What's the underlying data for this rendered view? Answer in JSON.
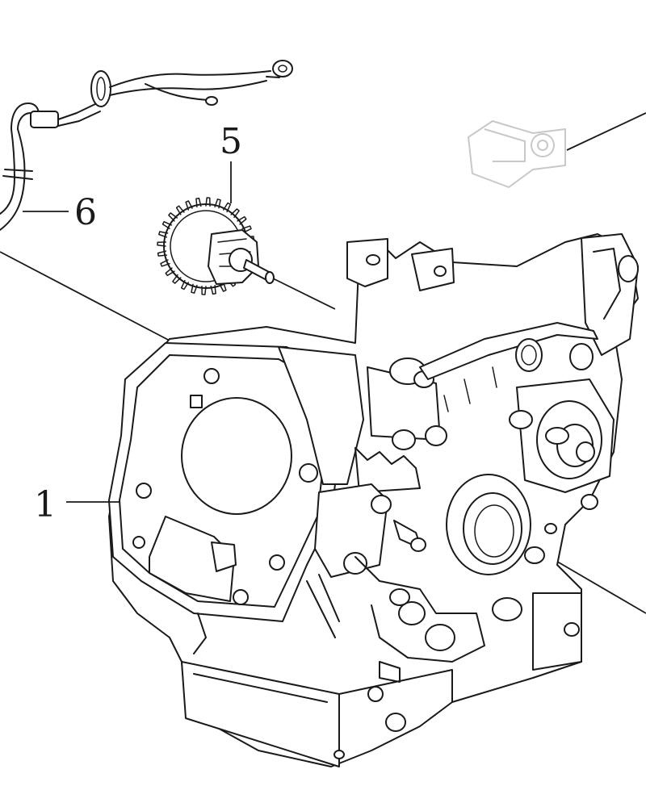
{
  "callouts": {
    "part_1": "1",
    "part_5": "5",
    "part_6": "6"
  },
  "icons": {
    "watermark": "faint-gear-bracket-watermark"
  },
  "colors": {
    "line": "#1a1a1a",
    "background": "#ffffff",
    "watermark": "#c8c8c8"
  }
}
